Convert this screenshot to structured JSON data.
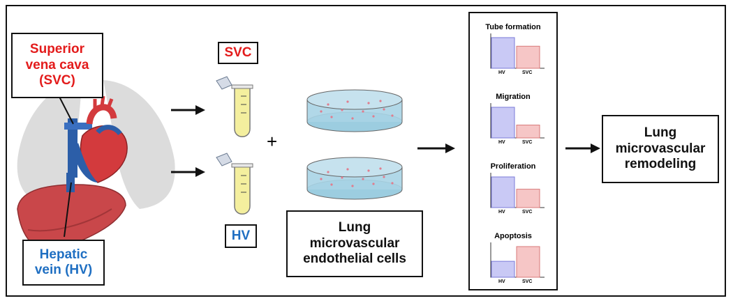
{
  "left_labels": {
    "svc_vessel": "Superior\nvena cava\n(SVC)",
    "hv_vessel": "Hepatic\nvein (HV)"
  },
  "sample_labels": {
    "svc": "SVC",
    "hv": "HV"
  },
  "plus_sign": "+",
  "cells_label": "Lung\nmicrovascular\nendothelial cells",
  "outcome_label": "Lung\nmicrovascular\nremodeling",
  "colors": {
    "svc_red": "#e31b1b",
    "hv_blue": "#1f6fc2",
    "bar_hv": "#c9c9f5",
    "bar_svc": "#f6c6c6"
  },
  "chart_data": [
    {
      "type": "bar",
      "title": "Tube formation",
      "categories": [
        "HV",
        "SVC"
      ],
      "values": [
        1.0,
        0.72
      ]
    },
    {
      "type": "bar",
      "title": "Migration",
      "categories": [
        "HV",
        "SVC"
      ],
      "values": [
        1.0,
        0.42
      ]
    },
    {
      "type": "bar",
      "title": "Proliferation",
      "categories": [
        "HV",
        "SVC"
      ],
      "values": [
        1.0,
        0.6
      ]
    },
    {
      "type": "bar",
      "title": "Apoptosis",
      "categories": [
        "HV",
        "SVC"
      ],
      "values": [
        0.52,
        1.0
      ]
    }
  ]
}
